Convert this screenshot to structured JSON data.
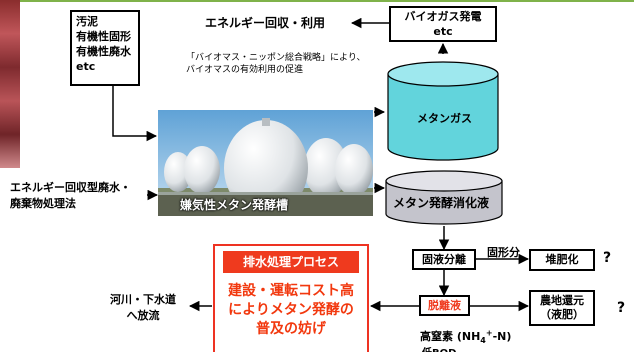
{
  "input_box": {
    "lines": [
      "汚泥",
      "有機性固形",
      "有機性廃水",
      "etc"
    ]
  },
  "energy_use": "エネルギー回収・利用",
  "biogas_box": {
    "lines": [
      "バイオガス発電",
      "etc"
    ]
  },
  "strategy_note": {
    "lines": [
      "「バイオマス・ニッポン総合戦略」により、",
      "バイオマスの有効利用の促進"
    ]
  },
  "methane_gas": "メタンガス",
  "energy_recovery": {
    "lines": [
      "エネルギー回収型廃水・",
      "廃棄物処理法"
    ]
  },
  "tank_caption": "嫌気性メタン発酵槽",
  "digestate": "メタン発酵消化液",
  "separation": "固液分離",
  "solid_fraction": "固形分",
  "composting": "堆肥化",
  "question_marks": [
    "?",
    "?"
  ],
  "process_box": {
    "title": "排水処理プロセス",
    "body": [
      "建設・運転コスト高",
      "によりメタン発酵の",
      "普及の妨げ"
    ]
  },
  "separated_liquid": "脱離液",
  "farmland": {
    "lines": [
      "農地還元",
      "（液肥）"
    ]
  },
  "river": {
    "lines": [
      "河川・下水道",
      "へ放流"
    ]
  },
  "high_nitrogen": {
    "prefix": "高窒素 (NH",
    "sub": "4",
    "sup": "+",
    "suffix": "-N)"
  },
  "low_bod": "低BOD",
  "colors": {
    "accent_red": "#ef3a1e",
    "cylinder_top": "#9ee8ee",
    "cylinder_body": "#62d4dc",
    "grey_cylinder": "#c8c8d0",
    "border": "#000000"
  }
}
